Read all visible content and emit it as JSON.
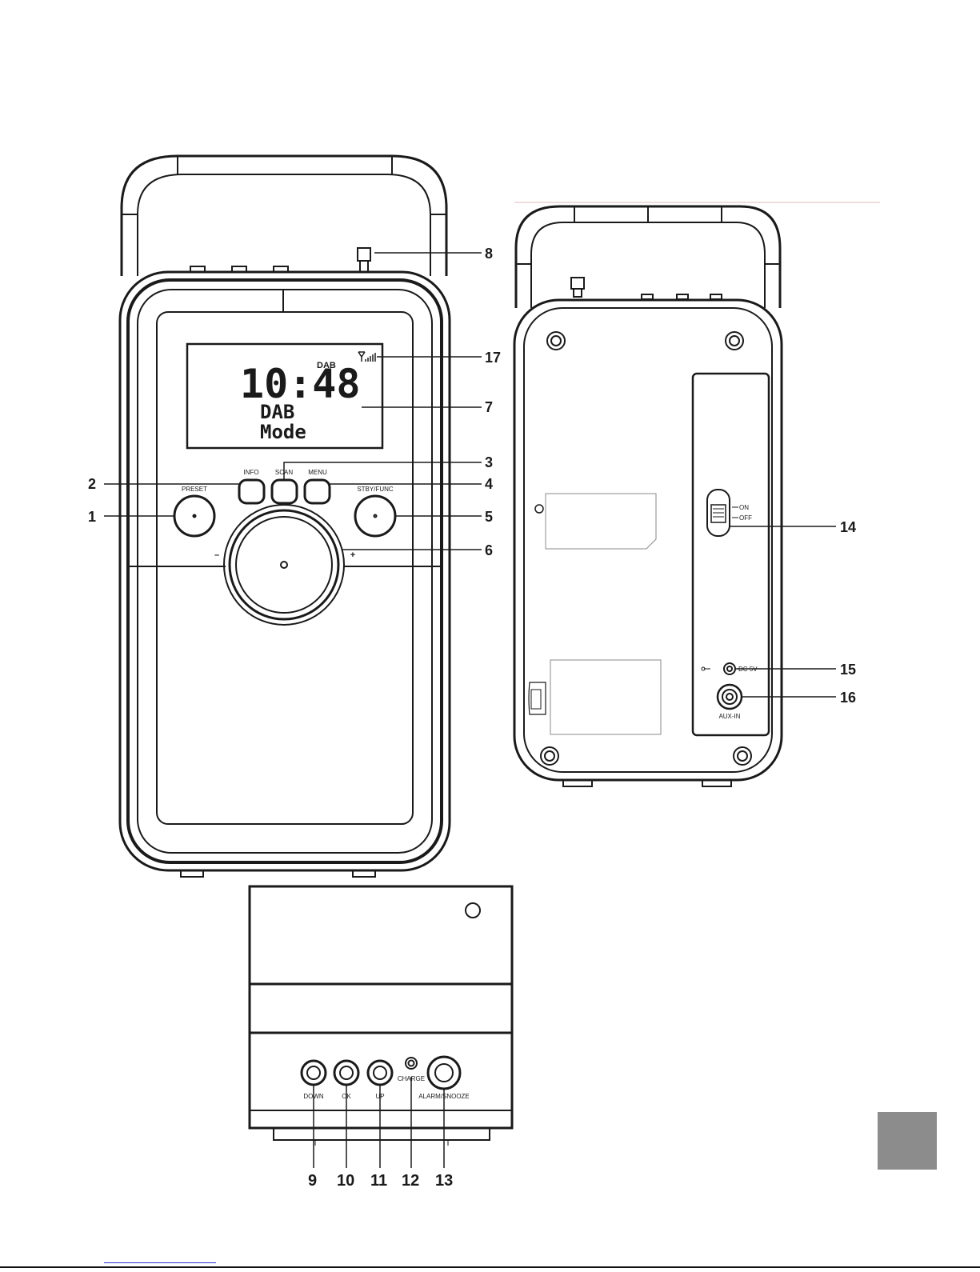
{
  "front": {
    "display": {
      "time": "10:48",
      "mode_tag": "DAB",
      "line1": "DAB",
      "line2": "Mode"
    },
    "buttons": {
      "info": "INFO",
      "scan": "SCAN",
      "menu": "MENU",
      "preset": "PRESET",
      "stby_func": "STBY/FUNC",
      "minus": "–",
      "plus": "+"
    }
  },
  "back": {
    "switch_on": "ON",
    "switch_off": "OFF",
    "dc_label": "DC 5V",
    "aux_label": "AUX-IN"
  },
  "top_panel": {
    "down": "DOWN",
    "ok": "OK",
    "up": "UP",
    "charge": "CHARGE",
    "alarm": "ALARM/SNOOZE"
  },
  "callouts": {
    "c1": "1",
    "c2": "2",
    "c3": "3",
    "c4": "4",
    "c5": "5",
    "c6": "6",
    "c7": "7",
    "c8": "8",
    "c9": "9",
    "c10": "10",
    "c11": "11",
    "c12": "12",
    "c13": "13",
    "c14": "14",
    "c15": "15",
    "c16": "16",
    "c17": "17"
  },
  "colors": {
    "line": "#1a1a1a",
    "page_marker": "#8c8c8c",
    "footer_link": "#2233cc"
  }
}
